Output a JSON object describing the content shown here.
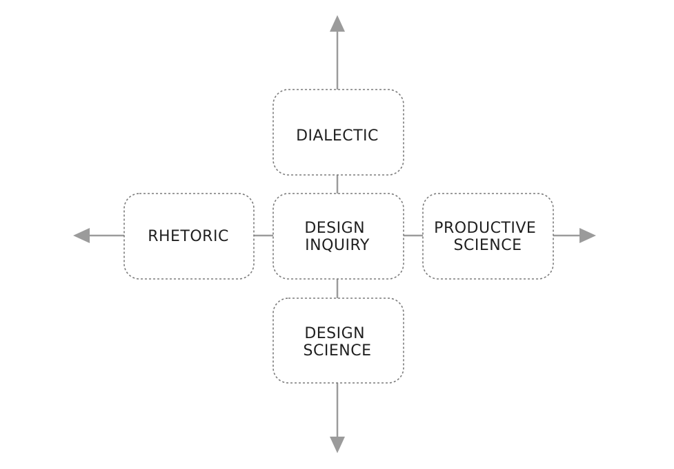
{
  "nodes": {
    "dialectic": {
      "label_lines": [
        "DIALECTIC"
      ]
    },
    "rhetoric": {
      "label_lines": [
        "RHETORIC"
      ]
    },
    "design_inquiry": {
      "label_lines": [
        "DESIGN",
        "INQUIRY"
      ]
    },
    "productive_science": {
      "label_lines": [
        "PRODUCTIVE",
        "SCIENCE"
      ]
    },
    "design_science": {
      "label_lines": [
        "DESIGN",
        "SCIENCE"
      ]
    }
  },
  "colors": {
    "arrow": "#9b9b9b",
    "box_border": "#7a7a7a",
    "text": "#1f1f1f"
  }
}
